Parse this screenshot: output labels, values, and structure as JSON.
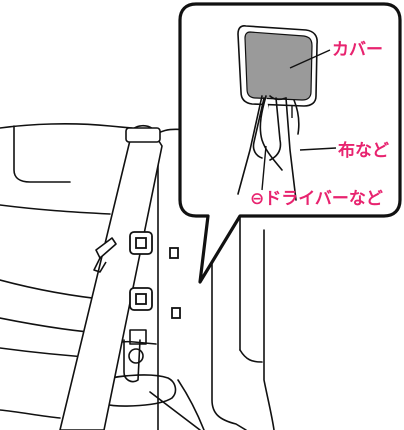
{
  "colors": {
    "accent": "#e8236f",
    "line": "#111111",
    "cover_fill": "#9a9a9a"
  },
  "callout": {
    "labels": {
      "cover": "カバー",
      "cloth": "布など",
      "screwdriver": "⊖ドライバーなど"
    }
  }
}
